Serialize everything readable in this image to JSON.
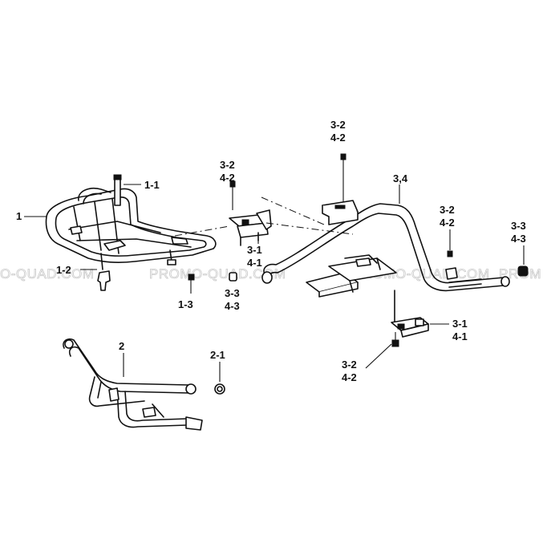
{
  "watermark": {
    "segments": [
      "O-QUAD.COM",
      "PROMO-QUAD.COM",
      "PROMO-QUAD.COM",
      "PROM"
    ]
  },
  "callouts": {
    "c1": "1",
    "c1_1": "1-1",
    "c1_2": "1-2",
    "c1_3": "1-3",
    "c2": "2",
    "c2_1": "2-1",
    "c34": "3,4",
    "top_a_1": "3-2",
    "top_a_2": "4-2",
    "top_b_1": "3-2",
    "top_b_2": "4-2",
    "bracket_l_1": "3-1",
    "bracket_l_2": "4-1",
    "nut_l_1": "3-3",
    "nut_l_2": "4-3",
    "right_bolt_1": "3-2",
    "right_bolt_2": "4-2",
    "right_nut_1": "3-3",
    "right_nut_2": "4-3",
    "bracket_r_1": "3-1",
    "bracket_r_2": "4-1",
    "bottom_bolt_1": "3-2",
    "bottom_bolt_2": "4-2"
  }
}
